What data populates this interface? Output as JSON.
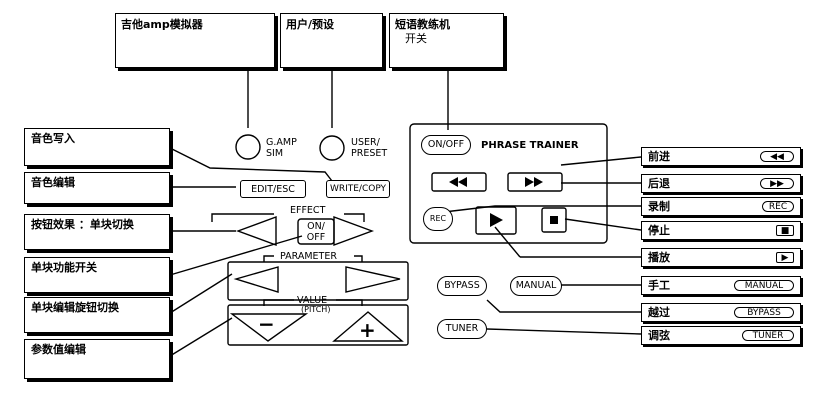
{
  "top_labels": {
    "guitar_amp": "吉他amp模拟器",
    "user_preset": "用户/预设",
    "phrase_trainer": "短语教练机",
    "phrase_trainer_switch": "开关"
  },
  "left_labels": {
    "write": "音色写入",
    "edit": "音色编辑",
    "effect_switch": "按钮效果 ：单块切换",
    "module_switch": "单块功能开关",
    "knob_switch": "单块编辑旋钮切换",
    "value_edit": "参数值编辑"
  },
  "right_labels": {
    "forward": "前进",
    "rewind": "后退",
    "record": "录制",
    "stop": "停止",
    "play": "播放",
    "manual": "手工",
    "bypass": "越过",
    "tuner": "调弦"
  },
  "right_mini": {
    "forward": "◀◀",
    "rewind": "▶▶",
    "record": "REC",
    "stop": "■",
    "play": "▶",
    "manual": "MANUAL",
    "bypass": "BYPASS",
    "tuner": "TUNER"
  },
  "panel": {
    "gamp": "G.AMP",
    "sim": "SIM",
    "user": "USER/",
    "preset": "PRESET",
    "onoff_pt": "ON/OFF",
    "phrase_trainer": "PHRASE TRAINER",
    "rew": "◀◀",
    "ff": "▶▶",
    "rec": "REC",
    "play": "▶",
    "stop": "■",
    "edit_esc": "EDIT/ESC",
    "write_copy": "WRITE/COPY",
    "effect": "EFFECT",
    "on": "ON/",
    "off": "OFF",
    "parameter": "PARAMETER",
    "value": "VALUE",
    "pitch": "(PITCH)",
    "minus": "−",
    "plus": "+",
    "bypass": "BYPASS",
    "manual": "MANUAL",
    "tuner": "TUNER"
  }
}
